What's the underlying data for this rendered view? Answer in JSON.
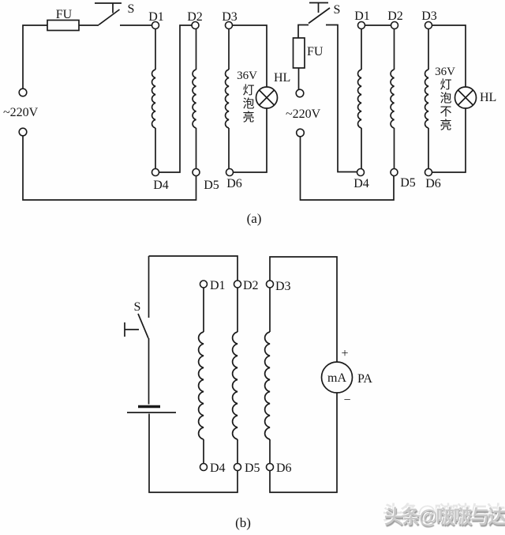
{
  "figure": {
    "section_a": {
      "label": "(a)",
      "left_circuit": {
        "fuse_label": "FU",
        "switch_label": "S",
        "source_label": "~220V",
        "terminals_top": [
          "D1",
          "D2",
          "D3"
        ],
        "terminals_bottom": [
          "D4",
          "D5",
          "D6"
        ],
        "lamp_label": "HL",
        "note_voltage": "36V",
        "note_chars": [
          "灯",
          "泡",
          "亮"
        ]
      },
      "right_circuit": {
        "fuse_label": "FU",
        "switch_label": "S",
        "source_label": "~220V",
        "terminals_top": [
          "D1",
          "D2",
          "D3"
        ],
        "terminals_bottom": [
          "D4",
          "D5",
          "D6"
        ],
        "lamp_label": "HL",
        "note_voltage": "36V",
        "note_chars": [
          "灯",
          "泡",
          "不",
          "亮"
        ]
      }
    },
    "section_b": {
      "label": "(b)",
      "switch_label": "S",
      "terminals_top": [
        "D1",
        "D2",
        "D3"
      ],
      "terminals_bottom": [
        "D4",
        "D5",
        "D6"
      ],
      "meter": {
        "dial_label": "mA",
        "name_label": "PA",
        "plus": "+",
        "minus": "−"
      }
    },
    "watermark": "头条@啵啵与达达"
  },
  "colors": {
    "line": "#1b1b1b",
    "background": "#fefefe",
    "watermark": "#c9c9c9"
  }
}
